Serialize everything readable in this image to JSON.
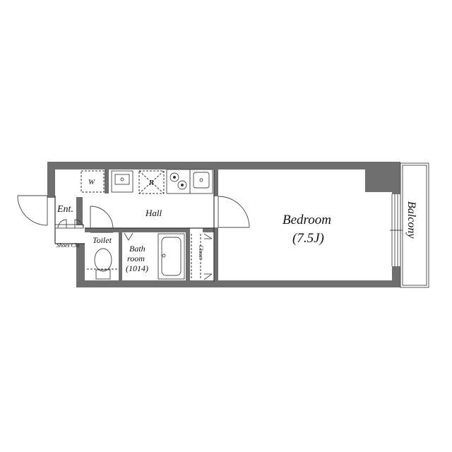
{
  "rooms": {
    "entrance": "Ent.",
    "shoes_closet": "Shoes Clo",
    "hall": "Hall",
    "bedroom": "Bedroom",
    "bedroom_size": "(7.5J)",
    "toilet": "Toilet",
    "bath_line1": "Bath",
    "bath_line2": "room",
    "bath_size": "(1014)",
    "closet": "Closet",
    "balcony": "Balcony"
  },
  "fixtures": {
    "washer": "W",
    "fridge": "R"
  },
  "colors": {
    "wall": "#6f6f6f",
    "line": "#333333"
  }
}
